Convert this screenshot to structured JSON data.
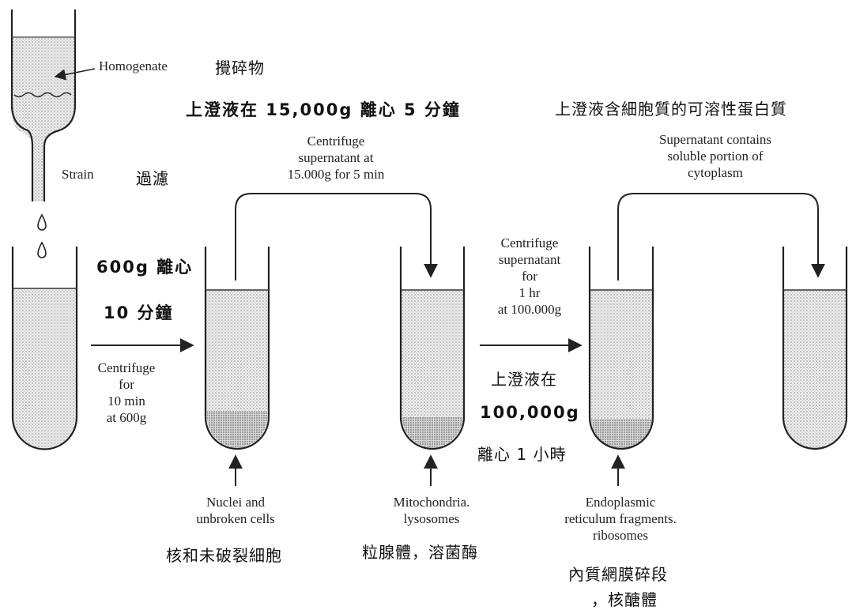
{
  "colors": {
    "ink": "#222222",
    "fill": "#e2e2e2",
    "background": "#ffffff"
  },
  "labels": {
    "homogenate": "Homogenate",
    "homogenate_zh": "攪碎物",
    "strain": "Strain",
    "strain_zh": "過濾",
    "step1": {
      "en": "Centrifuge\nfor\n10 min\nat 600g",
      "zh_1": "600g 離心",
      "zh_2": "10 分鐘"
    },
    "step2": {
      "en": "Centrifuge\nsupernatant at\n15.000g for 5 min",
      "zh": "上澄液在 15,000g 離心 5 分鐘"
    },
    "step3": {
      "en": "Centrifuge\nsupernatant\nfor\n1 hr\nat 100.000g",
      "zh_1": "上澄液在",
      "zh_2": "100,000g",
      "zh_3": "離心 1 小時"
    },
    "final": {
      "en": "Supernatant contains\nsoluble portion of\ncytoplasm",
      "zh": "上澄液含細胞質的可溶性蛋白質"
    },
    "pellet1": {
      "en": "Nuclei and\nunbroken cells",
      "zh": "核和未破裂細胞"
    },
    "pellet2": {
      "en": "Mitochondria.\nlysosomes",
      "zh": "粒腺體，溶菌酶"
    },
    "pellet3": {
      "en": "Endoplasmic\nreticulum fragments.\nribosomes",
      "zh_1": "內質網膜碎段",
      "zh_2": "，核醣體"
    }
  }
}
